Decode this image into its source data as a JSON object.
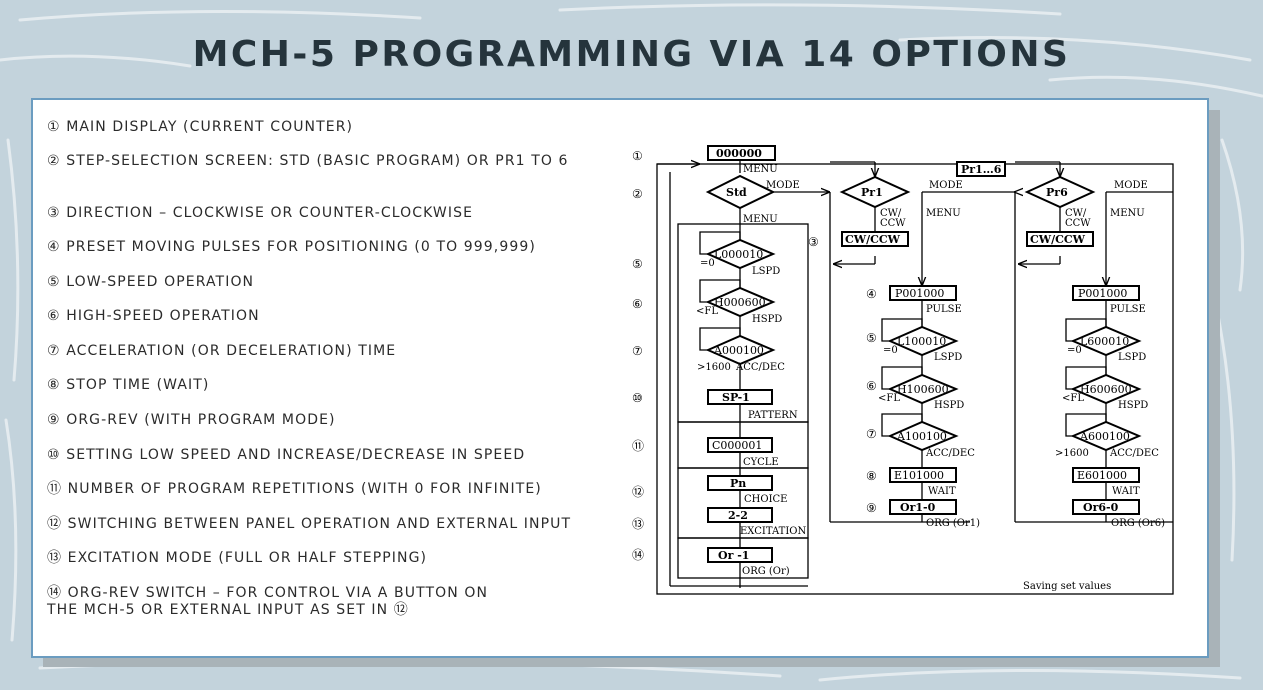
{
  "title": "MCH-5 PROGRAMMING VIA 14 OPTIONS",
  "options": [
    "① MAIN DISPLAY (CURRENT COUNTER)",
    "② STEP-SELECTION SCREEN: STD (BASIC PROGRAM) OR PR1 TO 6",
    "③ DIRECTION – CLOCKWISE OR COUNTER-CLOCKWISE",
    "④ PRESET MOVING PULSES FOR POSITIONING (0 TO 999,999)",
    "⑤ LOW-SPEED OPERATION",
    "⑥ HIGH-SPEED OPERATION",
    "⑦ ACCELERATION (OR DECELERATION) TIME",
    "⑧ STOP TIME (WAIT)",
    "⑨ ORG-REV (WITH PROGRAM MODE)",
    "⑩ SETTING LOW SPEED AND INCREASE/DECREASE IN SPEED",
    "⑪ NUMBER OF PROGRAM REPETITIONS (WITH 0 FOR INFINITE)",
    "⑫ SWITCHING BETWEEN PANEL OPERATION AND EXTERNAL INPUT",
    "⑬ EXCITATION MODE (FULL OR HALF STEPPING)",
    "⑭ ORG-REV SWITCH – FOR CONTROL VIA A BUTTON ON THE MCH-5 OR EXTERNAL INPUT AS SET IN ⑫"
  ],
  "flowchart": {
    "markers": [
      "①",
      "②",
      "③",
      "④",
      "⑤",
      "⑥",
      "⑦",
      "⑧",
      "⑨",
      "⑩",
      "⑪",
      "⑫",
      "⑬",
      "⑭"
    ],
    "std_column": {
      "display": "000000",
      "menu": "MENU",
      "mode": "MODE",
      "std": "Std",
      "lspd_value": "L000010",
      "lspd_side": "=0",
      "lspd": "LSPD",
      "hspd_value": "H000600",
      "hspd_side": "<FL",
      "hspd": "HSPD",
      "acc_value": "A000100",
      "acc_side": ">1600",
      "acc": "ACC/DEC",
      "pattern_value": "SP-1",
      "pattern": "PATTERN",
      "cycle_value": "C000001",
      "cycle": "CYCLE",
      "choice_value": "Pn",
      "choice": "CHOICE",
      "excitation_value": "2-2",
      "excitation": "EXCITATION",
      "org_value": "Or -1",
      "org": "ORG (Or)"
    },
    "pr1_column": {
      "pr": "Pr1",
      "cw": "CW/\nCCW",
      "menu": "MENU",
      "mode": "MODE",
      "cw_box": "CW/CCW",
      "pulse_value": "P001000",
      "pulse": "PULSE",
      "lspd_value": "L100010",
      "lspd_side": "=0",
      "lspd": "LSPD",
      "hspd_value": "H100600",
      "hspd_side": "<FL",
      "hspd": "HSPD",
      "acc_value": "A100100",
      "acc": "ACC/DEC",
      "wait_value": "E101000",
      "wait": "WAIT",
      "org_value": "Or1-0",
      "org": "ORG (Or1)"
    },
    "range_label": "Pr1…6",
    "pr6_column": {
      "pr": "Pr6",
      "cw": "CW/\nCCW",
      "menu": "MENU",
      "mode": "MODE",
      "cw_box": "CW/CCW",
      "pulse_value": "P001000",
      "pulse": "PULSE",
      "lspd_value": "L600010",
      "lspd_side": "=0",
      "lspd": "LSPD",
      "hspd_value": "H600600",
      "hspd_side": "<FL",
      "hspd": "HSPD",
      "acc_value": "A600100",
      "acc_side": ">1600",
      "acc": "ACC/DEC",
      "wait_value": "E601000",
      "wait": "WAIT",
      "org_value": "Or6-0",
      "org": "ORG (Or6)"
    },
    "saving": "Saving set values"
  }
}
